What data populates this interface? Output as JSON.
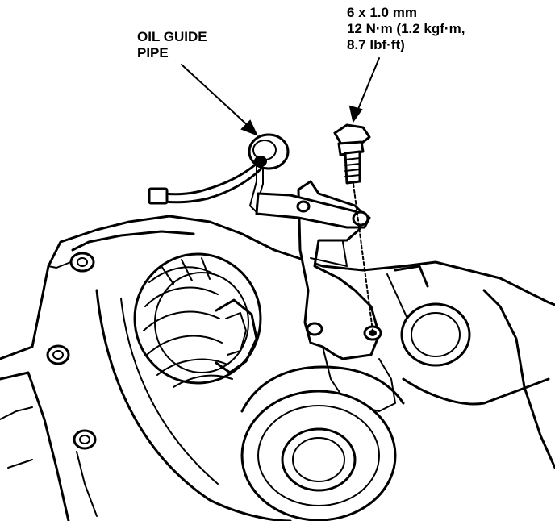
{
  "callouts": {
    "oil_guide_pipe": [
      "OIL GUIDE",
      "PIPE"
    ],
    "bolt_spec": [
      "6 x 1.0 mm",
      "12 N·m (1.2 kgf·m,",
      "8.7 lbf·ft)"
    ]
  },
  "colors": {
    "ink": "#000000",
    "paper": "#ffffff"
  }
}
